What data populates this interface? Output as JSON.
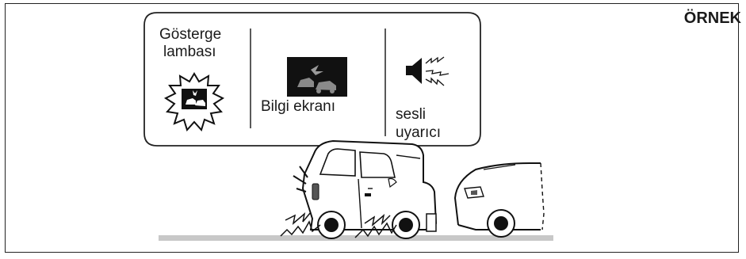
{
  "tag": "ÖRNEK",
  "callout": {
    "indicator_lamp": {
      "line1": "Gösterge",
      "line2": "lambası",
      "icon": "collision-warning-lamp-icon"
    },
    "info_display": {
      "label": "Bilgi ekranı",
      "icon": "collision-display-icon"
    },
    "audible_alert": {
      "line1": "sesli",
      "line2": "uyarıcı",
      "icon": "speaker-icon"
    }
  },
  "scene": {
    "vehicles": [
      "braking-minivan",
      "leading-car"
    ],
    "road": "road-surface"
  }
}
